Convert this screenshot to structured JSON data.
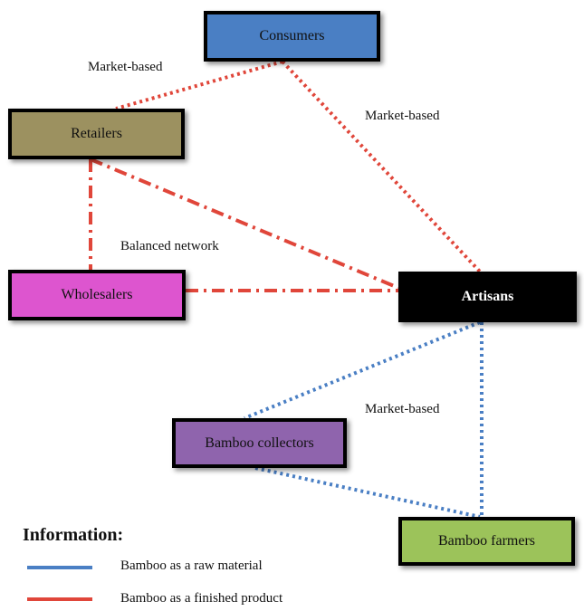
{
  "nodes": {
    "consumers": {
      "label": "Consumers",
      "color": "#4a7fc4"
    },
    "retailers": {
      "label": "Retailers",
      "color": "#9c9160"
    },
    "wholesalers": {
      "label": "Wholesalers",
      "color": "#dd55cf"
    },
    "artisans": {
      "label": "Artisans",
      "color": "#000000"
    },
    "collectors": {
      "label": "Bamboo collectors",
      "color": "#8f64ad"
    },
    "farmers": {
      "label": "Bamboo farmers",
      "color": "#9cc35a"
    }
  },
  "edge_labels": {
    "consumers_retailers": "Market-based",
    "consumers_artisans": "Market-based",
    "retail_network": "Balanced network",
    "raw_material": "Market-based"
  },
  "legend": {
    "title": "Information:",
    "raw": {
      "label": "Bamboo as a raw material",
      "color": "#4a7fc4"
    },
    "finished": {
      "label": "Bamboo as a finished product",
      "color": "#e0463a"
    }
  }
}
